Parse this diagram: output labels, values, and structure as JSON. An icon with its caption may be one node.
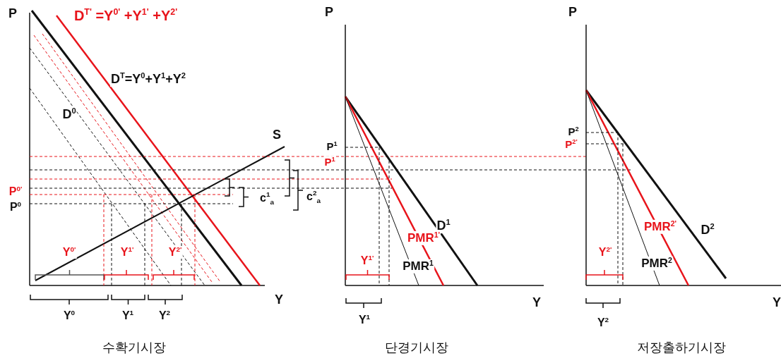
{
  "diagram": {
    "labels": [
      "P",
      "D$^{T'}$ =Y$^{0'}$ +Y$^{1'}$ +Y$^{2'}$",
      "D$^{T}$=Y$^{0}$+Y$^{1}$+Y$^{2}$",
      "D$^{0}$",
      "S",
      "P$^{0'}$",
      "P$^{0}$",
      "c$^{1}$$_{a}$",
      "c$^{2}$$_{a}$",
      "Y$^{0'}$",
      "Y$^{1'}$",
      "Y$^{2'}$",
      "Y",
      "Y$^{0}$",
      "Y$^{1}$",
      "Y$^{2}$",
      "수확기시장",
      "P",
      "P$^{1}$",
      "P$^{1}$",
      "D$^{1}$",
      "PMR$^{1'}$",
      "Y$^{1'}$",
      "PMR$^{1}$",
      "Y",
      "Y$^{1}$",
      "단경기시장",
      "P",
      "P$^{2}$",
      "P$^{2'}$",
      "PMR$^{2'}$",
      "D$^{2}$",
      "Y$^{2'}$",
      "PMR$^{2}$",
      "Y",
      "Y$^{2}$",
      "저장출하기시장"
    ]
  }
}
